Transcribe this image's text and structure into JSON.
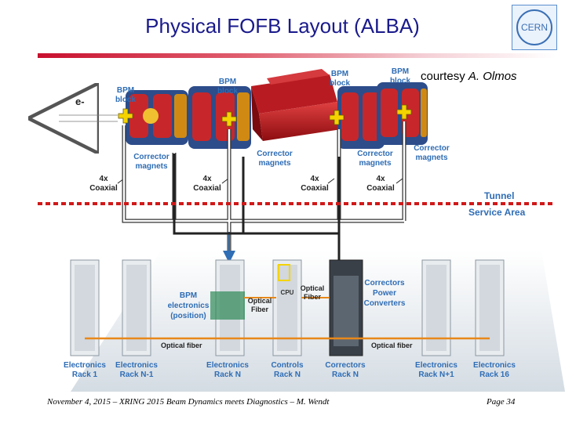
{
  "title": "Physical FOFB Layout (ALBA)",
  "credit": {
    "prefix": "courtesy",
    "author": "A. Olmos"
  },
  "logo_text": "CERN",
  "beam_label": "e-",
  "bpm_block_lines": [
    "BPM",
    "block"
  ],
  "corrector_magnets_lines": [
    "Corrector",
    "magnets"
  ],
  "coaxial_lines": [
    "4x",
    "Coaxial"
  ],
  "tunnel_label": "Tunnel",
  "service_area_label": "Service Area",
  "cpu_label": "CPU",
  "optical_fiber_lines": [
    "Optical",
    "Fiber"
  ],
  "optical_fiber_inline": "Optical fiber",
  "bpm_electronics_lines": [
    "BPM",
    "electronics",
    "(position)"
  ],
  "corrector_power_lines": [
    "Correctors",
    "Power",
    "Converters"
  ],
  "racks": [
    {
      "line1": "Electronics",
      "line2": "Rack 1"
    },
    {
      "line1": "Electronics",
      "line2": "Rack N-1"
    },
    {
      "line1": "Electronics",
      "line2": "Rack N"
    },
    {
      "line1": "Controls",
      "line2": "Rack N"
    },
    {
      "line1": "Correctors",
      "line2": "Rack N"
    },
    {
      "line1": "Electronics",
      "line2": "Rack N+1"
    },
    {
      "line1": "Electronics",
      "line2": "Rack 16"
    }
  ],
  "footer": "November 4, 2015 – XRING 2015 Beam Dynamics meets Diagnostics – M. Wendt",
  "page": "Page 34",
  "colors": {
    "title": "#1a1a8c",
    "label_blue": "#2f6db5",
    "tunnel_line": "#d01818",
    "rule": "#c8102e"
  }
}
